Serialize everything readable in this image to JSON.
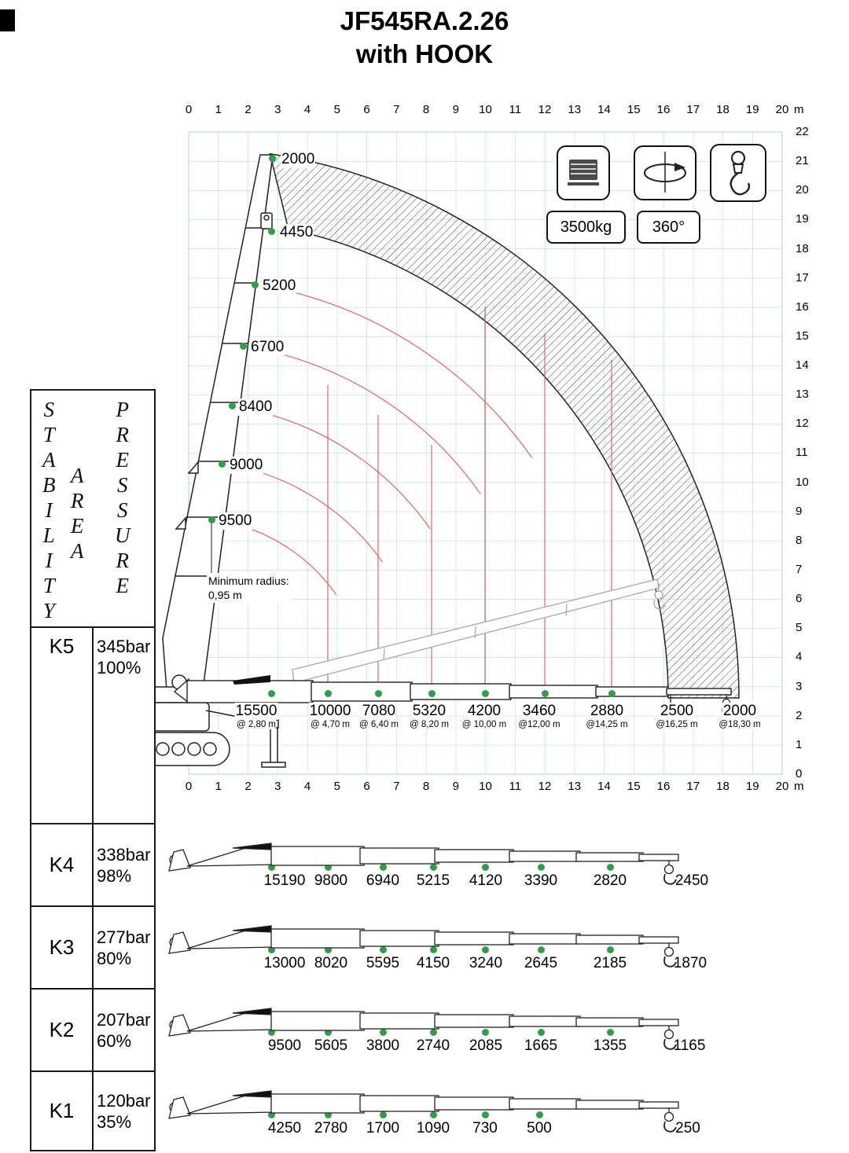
{
  "title": {
    "line1": "JF545RA.2.26",
    "line2": "with HOOK"
  },
  "badges": {
    "capacity": "3500kg",
    "rotation": "360°"
  },
  "axes": {
    "x_ticks": [
      "0",
      "1",
      "2",
      "3",
      "4",
      "5",
      "6",
      "7",
      "8",
      "9",
      "10",
      "11",
      "12",
      "13",
      "14",
      "15",
      "16",
      "17",
      "18",
      "19",
      "20"
    ],
    "x_unit": "m",
    "y_ticks": [
      "22",
      "21",
      "20",
      "19",
      "18",
      "17",
      "16",
      "15",
      "14",
      "13",
      "12",
      "11",
      "10",
      "9",
      "8",
      "7",
      "6",
      "5",
      "4",
      "3",
      "2",
      "1",
      "0"
    ]
  },
  "min_radius": {
    "line1": "Minimum radius:",
    "line2": "0,95 m"
  },
  "boom_capacities": [
    "2000",
    "4450",
    "5200",
    "6700",
    "8400",
    "9000",
    "9500"
  ],
  "radial_capacities": [
    {
      "value": "15500",
      "radius": "@ 2,80 m"
    },
    {
      "value": "10000",
      "radius": "@ 4,70 m"
    },
    {
      "value": "7080",
      "radius": "@ 6,40 m"
    },
    {
      "value": "5320",
      "radius": "@ 8,20 m"
    },
    {
      "value": "4200",
      "radius": "@ 10,00 m"
    },
    {
      "value": "3460",
      "radius": "@12,00 m"
    },
    {
      "value": "2880",
      "radius": "@14,25 m"
    },
    {
      "value": "2500",
      "radius": "@16,25 m"
    },
    {
      "value": "2000",
      "radius": "@18,30 m"
    }
  ],
  "stability_table": {
    "word_stability": "STABILITY",
    "word_area": "AREA",
    "word_pressure": "PRESSURE",
    "rows": [
      {
        "k": "K5",
        "pressure": "345bar",
        "percent": "100%",
        "values": []
      },
      {
        "k": "K4",
        "pressure": "338bar",
        "percent": "98%",
        "values": [
          "15190",
          "9800",
          "6940",
          "5215",
          "4120",
          "3390",
          "2820",
          "2450"
        ]
      },
      {
        "k": "K3",
        "pressure": "277bar",
        "percent": "80%",
        "values": [
          "13000",
          "8020",
          "5595",
          "4150",
          "3240",
          "2645",
          "2185",
          "1870"
        ]
      },
      {
        "k": "K2",
        "pressure": "207bar",
        "percent": "60%",
        "values": [
          "9500",
          "5605",
          "3800",
          "2740",
          "2085",
          "1665",
          "1355",
          "1165"
        ]
      },
      {
        "k": "K1",
        "pressure": "120bar",
        "percent": "35%",
        "values": [
          "4250",
          "2780",
          "1700",
          "1090",
          "730",
          "500",
          "250"
        ]
      }
    ]
  }
}
